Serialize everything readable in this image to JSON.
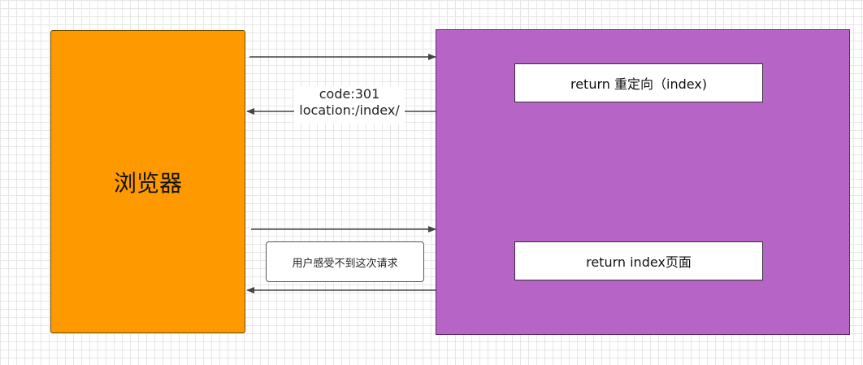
{
  "browser": {
    "label": "浏览器"
  },
  "server": {
    "top_box": "return 重定向（index)",
    "bottom_box": "return index页面"
  },
  "redirect_response": {
    "line1": "code:301",
    "line2": "location:/index/"
  },
  "note": "用户感受不到这次请求",
  "colors": {
    "browser_fill": "#ff9900",
    "server_fill": "#b665c6",
    "arrow": "#444444"
  }
}
